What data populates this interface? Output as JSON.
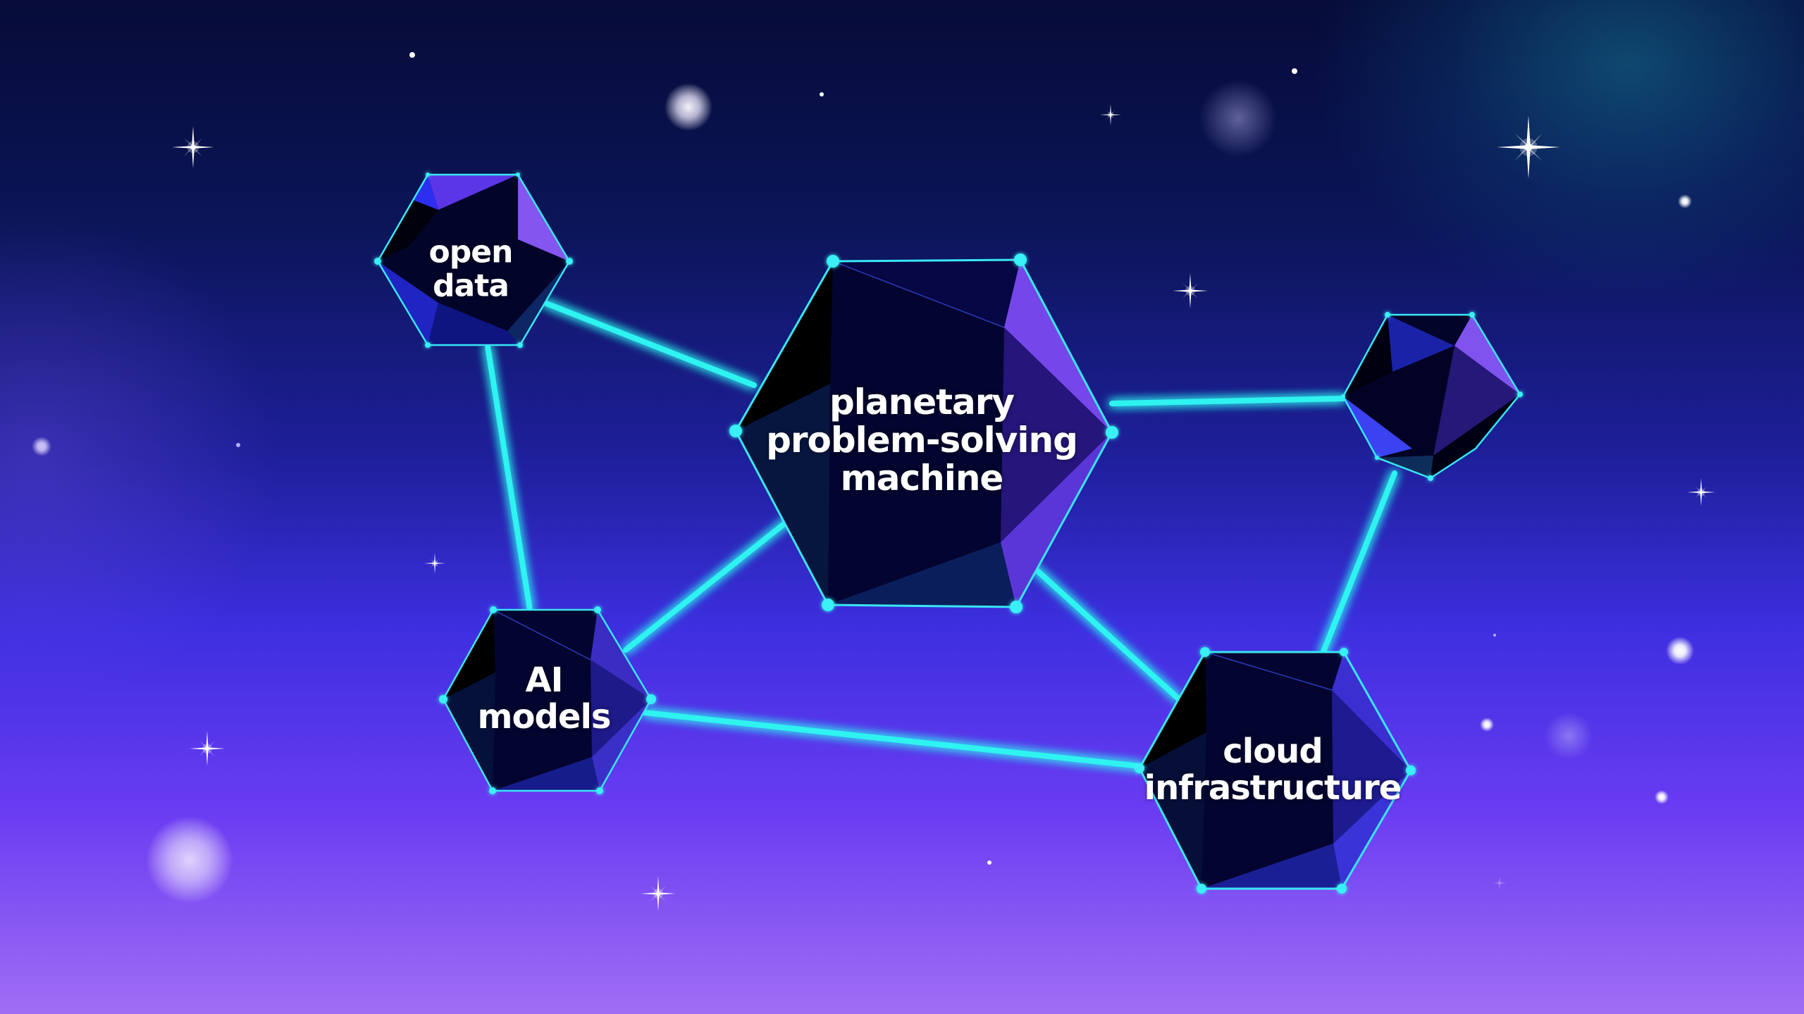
{
  "diagram": {
    "title": "",
    "colors": {
      "connector": "#2ff3f0",
      "node_fill": "#05062e",
      "facet_violet": "#7a4df0",
      "facet_blue": "#2a34e6",
      "label": "#ffffff",
      "bg_top": "#060b38",
      "bg_bottom": "#a06ef4"
    },
    "nodes": [
      {
        "id": "planetary-machine",
        "label_lines": [
          "planetary",
          "problem-solving",
          "machine"
        ],
        "shape": "hexagon"
      },
      {
        "id": "open-data",
        "label_lines": [
          "open",
          "data"
        ],
        "shape": "hexagon"
      },
      {
        "id": "ai-models",
        "label_lines": [
          "AI",
          "models"
        ],
        "shape": "hexagon"
      },
      {
        "id": "cloud-infrastructure",
        "label_lines": [
          "cloud",
          "infrastructure"
        ],
        "shape": "hexagon"
      },
      {
        "id": "unlabeled-node",
        "label_lines": [],
        "shape": "icosahedron"
      }
    ],
    "edges": [
      {
        "from": "open-data",
        "to": "planetary-machine"
      },
      {
        "from": "open-data",
        "to": "ai-models"
      },
      {
        "from": "ai-models",
        "to": "planetary-machine"
      },
      {
        "from": "ai-models",
        "to": "cloud-infrastructure"
      },
      {
        "from": "planetary-machine",
        "to": "unlabeled-node"
      },
      {
        "from": "planetary-machine",
        "to": "cloud-infrastructure"
      },
      {
        "from": "unlabeled-node",
        "to": "cloud-infrastructure"
      }
    ],
    "decorations": {
      "sparkle_star-icons": 9,
      "dot-stars": 9,
      "glow-orbs": 4
    }
  }
}
